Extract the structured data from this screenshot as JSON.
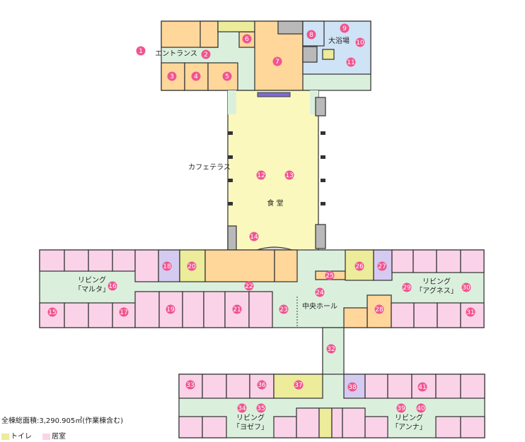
{
  "labels": {
    "entrance": "エントランス",
    "bath": "大浴場",
    "cafeteria": "カフェテラス",
    "dining": "食 堂",
    "living_malta_1": "リビング",
    "living_malta_2": "「マルタ」",
    "central_hall": "中央ホール",
    "living_agnes_1": "リビング",
    "living_agnes_2": "「アグネス」",
    "living_joseph_1": "リビング",
    "living_joseph_2": "「ヨゼフ」",
    "living_anna_1": "リビング",
    "living_anna_2": "「アンナ」"
  },
  "numbers": [
    "1",
    "2",
    "3",
    "4",
    "5",
    "6",
    "7",
    "8",
    "9",
    "10",
    "11",
    "12",
    "13",
    "14",
    "15",
    "16",
    "17",
    "18",
    "19",
    "20",
    "21",
    "22",
    "23",
    "24",
    "25",
    "26",
    "27",
    "28",
    "29",
    "30",
    "31",
    "32",
    "33",
    "34",
    "35",
    "36",
    "37",
    "38",
    "39",
    "40",
    "41"
  ],
  "legend": {
    "total_area": "全棟総面積:3,290.905㎡(作業棟含む)",
    "toilet": "トイレ",
    "room": "居室"
  },
  "colors": {
    "corridor": "#daf0dd",
    "office": "#ffd79a",
    "room": "#fbd3e9",
    "toilet": "#ecec9a",
    "bath": "#cfe3f6",
    "cafeteria": "#fbf8bd",
    "lavatory": "#d5caf0",
    "number_marker": "#f0558f"
  }
}
